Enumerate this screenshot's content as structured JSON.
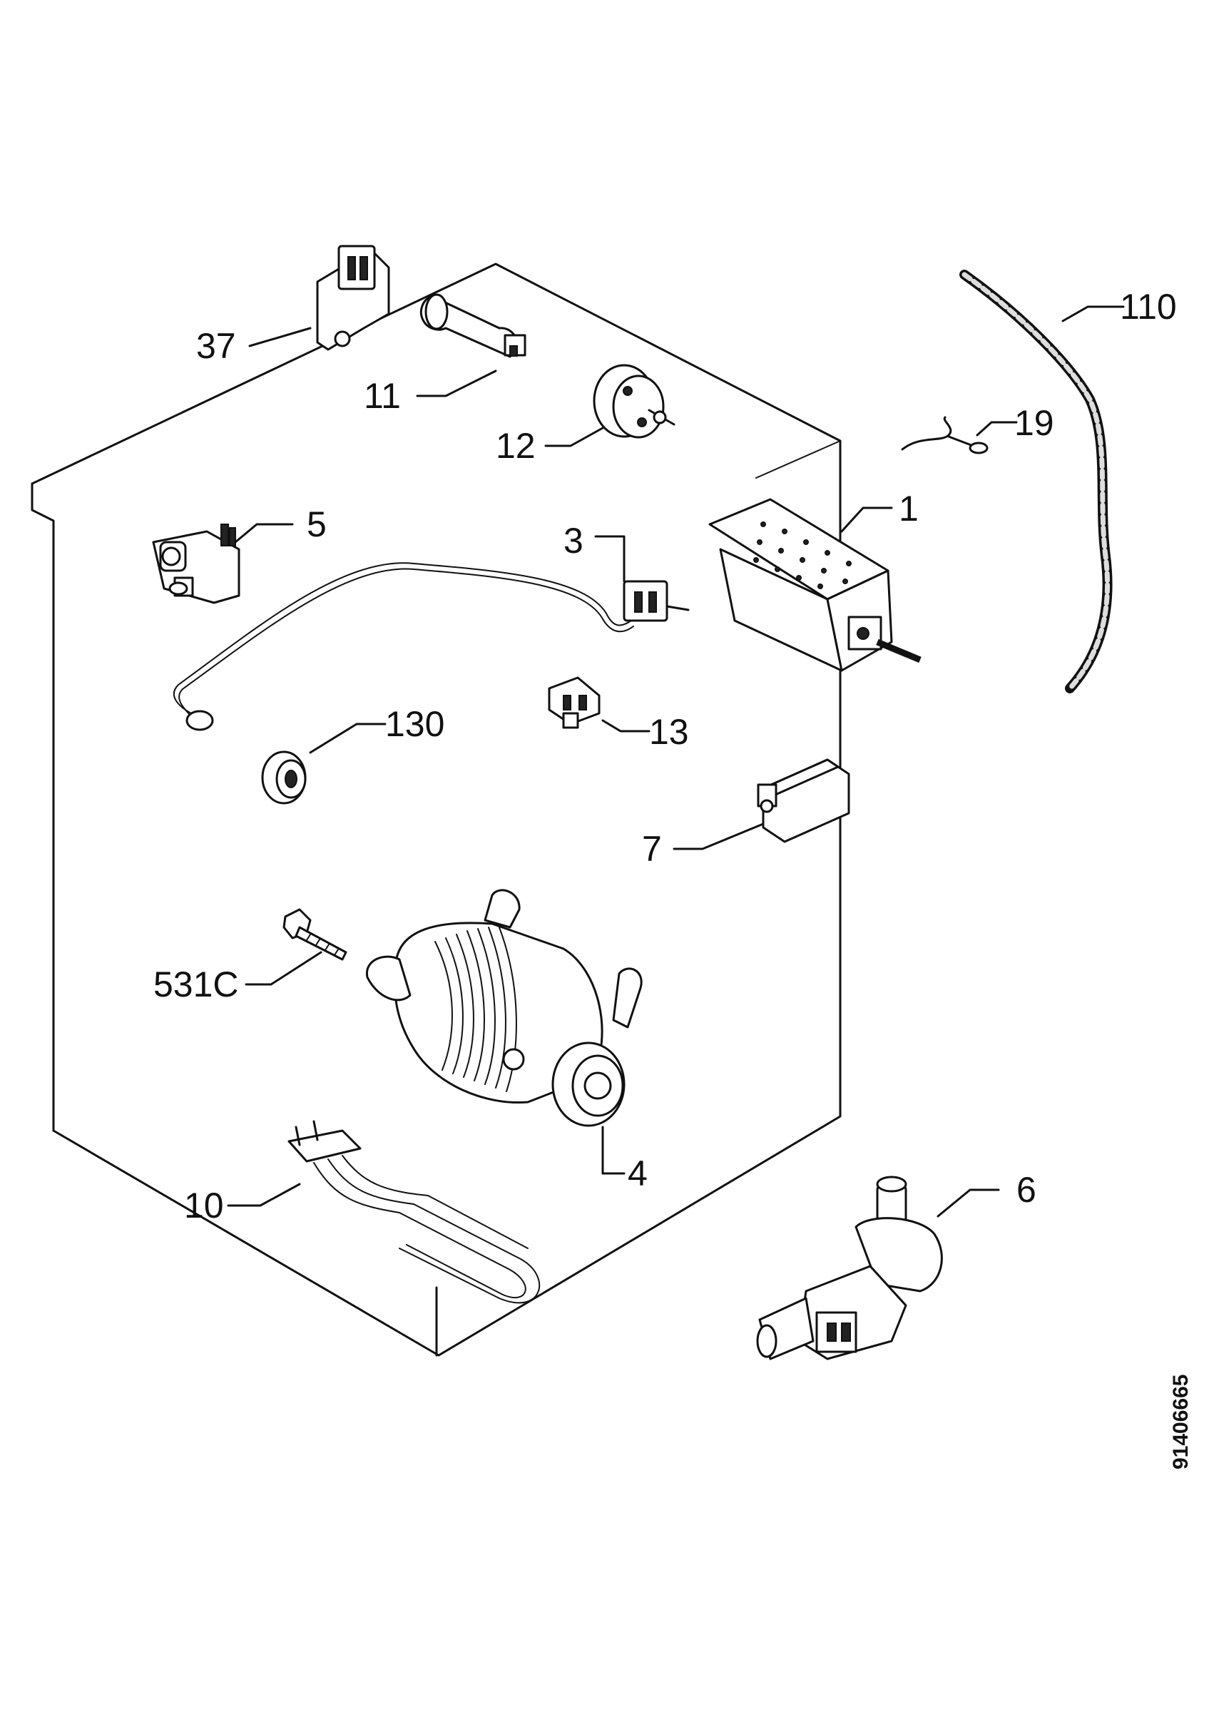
{
  "labels": {
    "p37": "37",
    "p11": "11",
    "p12": "12",
    "p110": "110",
    "p19": "19",
    "p5": "5",
    "p3": "3",
    "p1": "1",
    "p130": "130",
    "p13": "13",
    "p7": "7",
    "p531c": "531C",
    "p4": "4",
    "p10": "10",
    "p6": "6"
  },
  "drawing_code": "91406665",
  "colors": {
    "ink": "#111111",
    "paper": "#ffffff"
  }
}
